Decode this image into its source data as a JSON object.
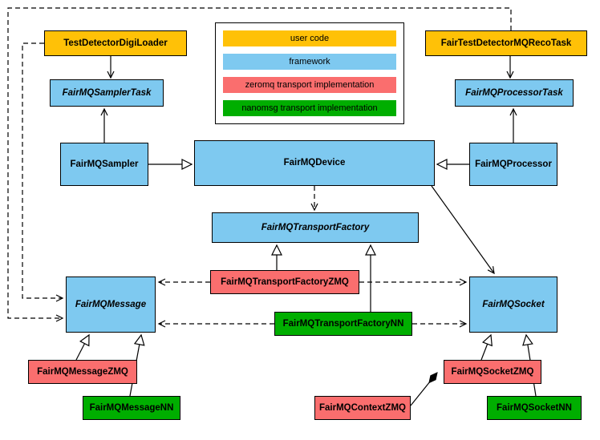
{
  "legend": {
    "user_code": "user code",
    "framework": "framework",
    "zeromq": "zeromq transport implementation",
    "nanomsg": "nanomsg transport implementation"
  },
  "colors": {
    "user_code": "#FFC107",
    "framework": "#7EC9F0",
    "zeromq": "#FA6E6E",
    "nanomsg": "#00AE00"
  },
  "nodes": {
    "testDetectorDigiLoader": {
      "label": "TestDetectorDigiLoader"
    },
    "fairTestDetectorMQRecoTask": {
      "label": "FairTestDetectorMQRecoTask"
    },
    "fairMQSamplerTask": {
      "label": "FairMQSamplerTask"
    },
    "fairMQProcessorTask": {
      "label": "FairMQProcessorTask"
    },
    "fairMQSampler": {
      "label": "FairMQSampler"
    },
    "fairMQDevice": {
      "label": "FairMQDevice"
    },
    "fairMQProcessor": {
      "label": "FairMQProcessor"
    },
    "fairMQTransportFactory": {
      "label": "FairMQTransportFactory"
    },
    "fairMQTransportFactoryZMQ": {
      "label": "FairMQTransportFactoryZMQ"
    },
    "fairMQTransportFactoryNN": {
      "label": "FairMQTransportFactoryNN"
    },
    "fairMQMessage": {
      "label": "FairMQMessage"
    },
    "fairMQSocket": {
      "label": "FairMQSocket"
    },
    "fairMQMessageZMQ": {
      "label": "FairMQMessageZMQ"
    },
    "fairMQMessageNN": {
      "label": "FairMQMessageNN"
    },
    "fairMQSocketZMQ": {
      "label": "FairMQSocketZMQ"
    },
    "fairMQSocketNN": {
      "label": "FairMQSocketNN"
    },
    "fairMQContextZMQ": {
      "label": "FairMQContextZMQ"
    }
  }
}
